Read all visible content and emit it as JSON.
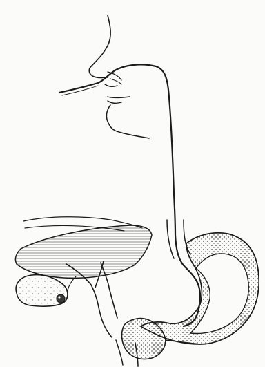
{
  "figure": {
    "kind": "anatomical-line-drawing",
    "subject": "nasogastric-tube-path",
    "structures": [
      "nose-and-mouth-profile",
      "naso-gastric-tube",
      "liver",
      "gallbladder",
      "biliary-tree",
      "esophagus-tube-segment",
      "stomach",
      "duodenum"
    ]
  },
  "colors": {
    "ink": "#1b1b1b",
    "stipple": "#3a3a3a",
    "paper": "#fbfbfa"
  }
}
